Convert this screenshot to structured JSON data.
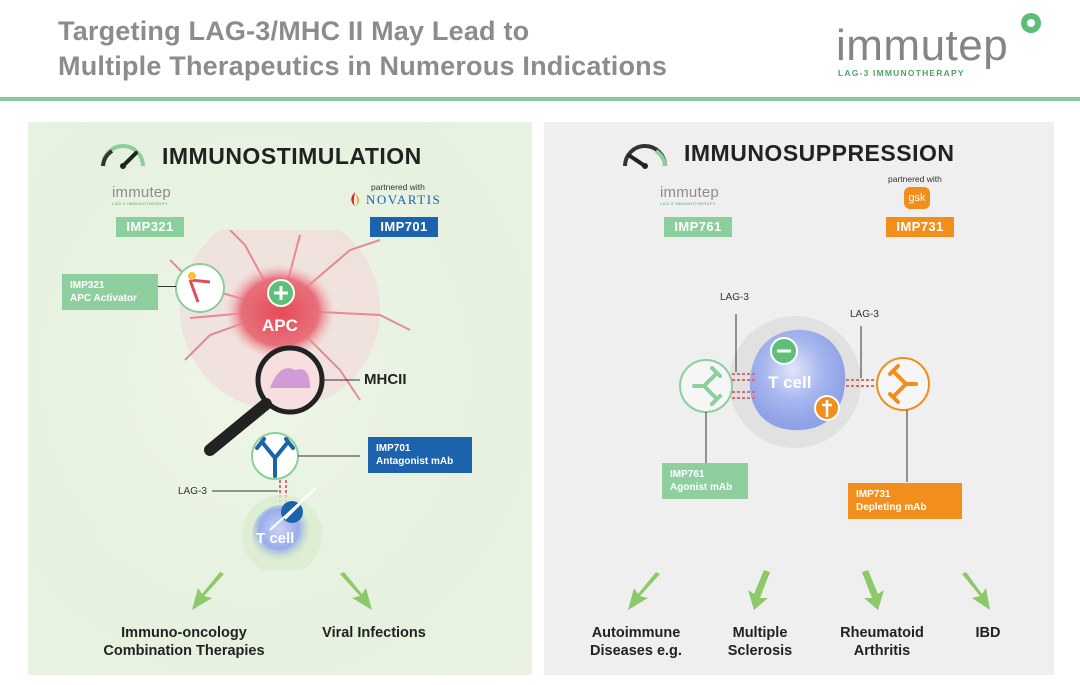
{
  "header": {
    "title_line1": "Targeting LAG-3/MHC II May Lead to",
    "title_line2": "Multiple Therapeutics in Numerous Indications",
    "logo_text": "immutep",
    "logo_tagline": "LAG-3 IMMUNOTHERAPY"
  },
  "left": {
    "title": "IMMUNOSTIMULATION",
    "partner1_logo": "immutep",
    "partner1_tagline": "LAG-3 IMMUNOTHERAPY",
    "partner1_tag": "IMP321",
    "partner2_caption": "partnered with",
    "partner2_logo": "NOVARTIS",
    "partner2_tag": "IMP701",
    "activator_line1": "IMP321",
    "activator_line2": "APC Activator",
    "apc_label": "APC",
    "mhc_label": "MHCII",
    "antagonist_line1": "IMP701",
    "antagonist_line2": "Antagonist mAb",
    "lag3_label": "LAG-3",
    "tcell_label": "T cell",
    "outcome1_line1": "Immuno-oncology",
    "outcome1_line2": "Combination Therapies",
    "outcome2": "Viral Infections"
  },
  "right": {
    "title": "IMMUNOSUPPRESSION",
    "partner1_logo": "immutep",
    "partner1_tagline": "LAG-3 IMMUNOTHERAPY",
    "partner1_tag": "IMP761",
    "partner2_caption": "partnered with",
    "partner2_logo": "gsk",
    "partner2_tag": "IMP731",
    "lag3_left": "LAG-3",
    "lag3_right": "LAG-3",
    "tcell_label": "T cell",
    "agonist_line1": "IMP761",
    "agonist_line2": "Agonist mAb",
    "depleting_line1": "IMP731",
    "depleting_line2": "Depleting mAb",
    "outcome1_line1": "Autoimmune",
    "outcome1_line2": "Diseases e.g.",
    "outcome2_line1": "Multiple",
    "outcome2_line2": "Sclerosis",
    "outcome3_line1": "Rheumatoid",
    "outcome3_line2": "Arthritis",
    "outcome4": "IBD"
  },
  "colors": {
    "accent_green": "#8bcf9d",
    "novartis_blue": "#1d62ad",
    "gsk_orange": "#f28f1c",
    "apc_red": "#e04a55",
    "tcell_blue": "#8fa2e6"
  },
  "icons": [
    "gauge-high-icon",
    "gauge-low-icon",
    "magnifier-icon",
    "antibody-icon",
    "plus-icon",
    "minus-icon",
    "dagger-icon",
    "arrow-down-icon"
  ]
}
